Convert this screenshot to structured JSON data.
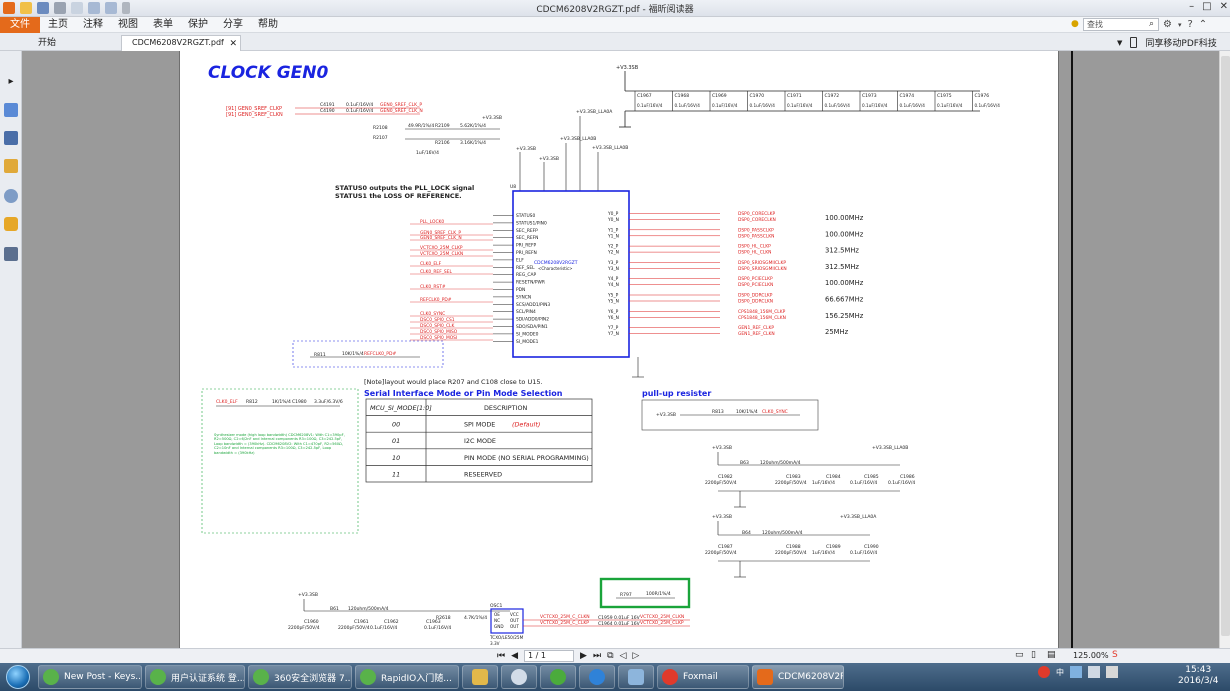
{
  "window": {
    "title": "CDCM6208V2RGZT.pdf - 福昕阅读器"
  },
  "menu": {
    "file": "文件",
    "items": [
      "主页",
      "注释",
      "视图",
      "表单",
      "保护",
      "分享",
      "帮助"
    ],
    "search_placeholder": "查找"
  },
  "tabs": {
    "home": "开始",
    "doc": "CDCM6208V2RGZT.pdf",
    "mobile": "同享移动PDF科技"
  },
  "schematic": {
    "title": "CLOCK GEN0",
    "status_note_1": "STATUS0 outputs the PLL_LOCK signal",
    "status_note_2": "STATUS1 the LOSS OF REFERENCE.",
    "layout_note": "[Note]layout would place R207 and C108 close to U15.",
    "serial_title": "Serial Interface Mode or Pin Mode Selection",
    "pullup_title": "pull-up resister",
    "mode_table": {
      "headers": [
        "MCU_SI_MODE[1:0]",
        "DESCRIPTION"
      ],
      "rows": [
        {
          "code": "00",
          "desc": "SPI MODE",
          "default": "(Default)"
        },
        {
          "code": "01",
          "desc": "I2C MODE",
          "default": ""
        },
        {
          "code": "10",
          "desc": "PIN MODE (NO SERIAL PROGRAMMING)",
          "default": ""
        },
        {
          "code": "11",
          "desc": "RESEERVED",
          "default": ""
        }
      ]
    },
    "freqs": [
      "100.00MHz",
      "100.00MHz",
      "312.5MHz",
      "312.5MHz",
      "100.00MHz",
      "66.667MHz",
      "156.25MHz",
      "25MHz"
    ],
    "out_nets": [
      [
        "DSP0_CORECLKP",
        "DSP0_CORECLKN"
      ],
      [
        "DSP0_PASSCLKP",
        "DSP0_PASSCLKN"
      ],
      [
        "DSP0_HL_CLKP",
        "DSP0_HL_CLKN"
      ],
      [
        "DSP0_SRIOSGMIICLKP",
        "DSP0_SRIOSGMIICLKN"
      ],
      [
        "DSP0_PCIECLKP",
        "DSP0_PCIECLKN"
      ],
      [
        "DSP0_DDRCLKP",
        "DSP0_DDRCLKN"
      ],
      [
        "CPS1848_156M_CLKP",
        "CPS1848_156M_CLKN"
      ],
      [
        "GEN1_REF_CLKP",
        "GEN1_REF_CLKN"
      ]
    ],
    "out_pins": [
      [
        "Y0_P",
        "Y0_N"
      ],
      [
        "Y1_P",
        "Y1_N"
      ],
      [
        "Y2_P",
        "Y2_N"
      ],
      [
        "Y3_P",
        "Y3_N"
      ],
      [
        "Y4_P",
        "Y4_N"
      ],
      [
        "Y5_P",
        "Y5_N"
      ],
      [
        "Y6_P",
        "Y6_N"
      ],
      [
        "Y7_P",
        "Y7_N"
      ]
    ],
    "in_pins": [
      "STATUS0",
      "STATUS1/PIN0",
      "SEC_REFP",
      "SEC_REFN",
      "PRI_REFP",
      "PRI_REFN",
      "ELF",
      "REF_SEL",
      "REG_CAP",
      "RESETN/PWR",
      "PDN",
      "SYNCN",
      "SCS/ADD1/PIN3",
      "SCL/PIN4",
      "SDI/ADD0/PIN2",
      "SDO/SDA/PIN1",
      "SI_MODE0",
      "SI_MODE1"
    ],
    "in_nets": [
      "PLL_LOCK0",
      "GEN0_SREF_CLK_P",
      "GEN0_SREF_CLK_N",
      "VCTCXO_25M_CLKP",
      "VCTCXO_25M_CLKN",
      "CLK0_ELF",
      "CLK0_REF_SEL",
      "CLK0_RST#",
      "REFCLK0_PD#",
      "CLK0_SYNC",
      "DSC0_SPI0_CS1",
      "DSC0_SPI0_CLK",
      "DSC0_SPI0_MISO",
      "DSC0_SPI0_MOSI"
    ],
    "ic_name": "CDCM6208V2RGZT",
    "ic_sub": "<Characteristic>",
    "ic_ref": "U8",
    "power_rail": "+V3.3SB",
    "power_rail_a": "+V3.3SB_LLA0A",
    "power_rail_b": "+V3.3SB_LLA0B",
    "caps_top": [
      "C1967",
      "C1968",
      "C1969",
      "C1970",
      "C1971",
      "C1972",
      "C1973",
      "C1974",
      "C1975",
      "C1976"
    ],
    "cap_value": "0.1uF/16V/4",
    "osc": {
      "ref": "OSC1",
      "part": "TCXO/LE50/25M",
      "volt": "3.3V",
      "pins": [
        "OE",
        "VCC",
        "NC",
        "OUT",
        "GND",
        "OUT"
      ]
    },
    "r797": "R797",
    "r797_val": "100R/1%/4",
    "r813": "R813",
    "r813_val": "10K/1%/4",
    "r813_net": "CLK0_SYNC",
    "r811": "R811",
    "r811_net": "REFCLK0_PD#",
    "synth_note": "Synthesizer mode (high loop bandwidth) CDCM6208V1: With C1=390pF, R2=500Ω, C2=6/2nF and Internal components R3=100Ω, C3=242.5pF, Loop bandwidth = (390kHz). CDCM6208V2: With C1=470pF, R2=560Ω, C2=10nF and Internal components R3=100Ω, C3=242.5pF, Loop bandwidth = (390kHz)"
  },
  "statusbar": {
    "page_value": "1 / 1",
    "zoom": "125.00%"
  },
  "taskbar": {
    "tasks": [
      "New Post - Keys...",
      "用户认证系统 登...",
      "360安全浏览器 7...",
      "RapidIO入门随..."
    ],
    "foxmail": "Foxmail",
    "active": "CDCM6208V2R...",
    "time": "15:43",
    "date": "2016/3/4",
    "lang": "中"
  },
  "colors": {
    "menu_accent": "#e46a1b",
    "schem_title": "#1a24e0",
    "net_red": "#d22",
    "highlight_green": "#1aa43a"
  }
}
